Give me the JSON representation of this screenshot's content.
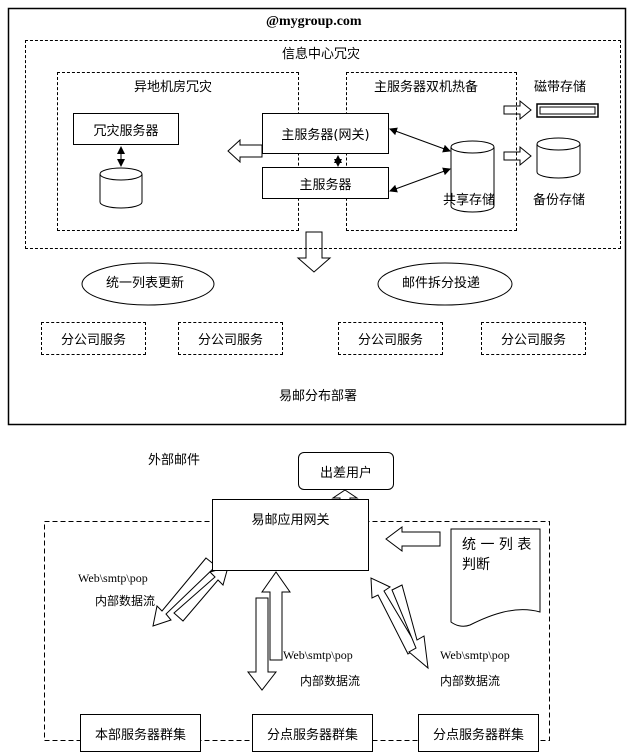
{
  "top": {
    "domain_title": "@mygroup.com",
    "info_center": "信息中心冗灾",
    "offsite": "异地机房冗灾",
    "hot_standby": "主服务器双机热备",
    "tape_storage": "磁带存储",
    "dr_server": "冗灾服务器",
    "main_gateway": "主服务器(网关)",
    "main_server": "主服务器",
    "shared_storage": "共享存储",
    "backup_storage": "备份存储",
    "list_update": "统一列表更新",
    "mail_split": "邮件拆分投递",
    "branches": [
      "分公司服务",
      "分公司服务",
      "分公司服务",
      "分公司服务"
    ],
    "footer": "易邮分布部署"
  },
  "bottom": {
    "external_mail": "外部邮件",
    "travel_user": "出差用户",
    "app_gateway": "易邮应用网关",
    "list_judge_line1": "统 一 列 表",
    "list_judge_line2": "判断",
    "protocol": "Web\\smtp\\pop",
    "internal_flow": "内部数据流",
    "clusters": [
      "本部服务器群集",
      "分点服务器群集",
      "分点服务器群集"
    ]
  }
}
